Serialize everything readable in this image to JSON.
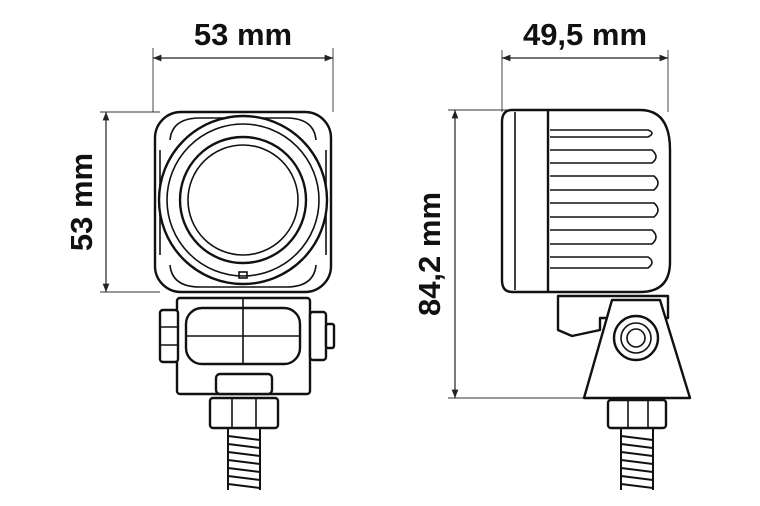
{
  "dimensions": {
    "front_width": "53 mm",
    "front_height": "53 mm",
    "side_depth": "49,5 mm",
    "total_height": "84,2 mm"
  },
  "colors": {
    "line": "#111111",
    "background": "#ffffff"
  }
}
